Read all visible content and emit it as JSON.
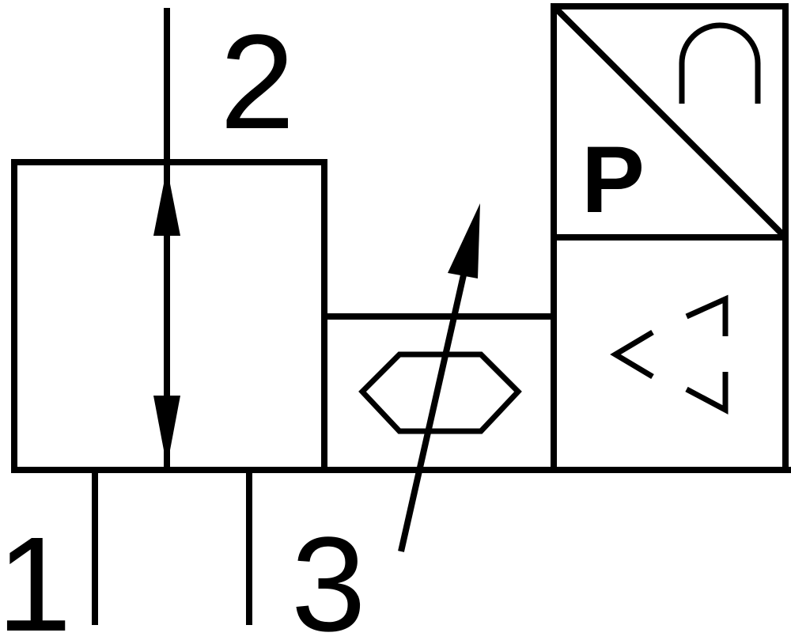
{
  "symbol": {
    "ports": {
      "port_1": "1",
      "port_2": "2",
      "port_3": "3"
    },
    "pressure_switch_label": "P"
  },
  "colors": {
    "stroke": "#000000",
    "background": "#ffffff"
  },
  "icons": [
    "flow-arrow-icon",
    "hexagon-icon",
    "adjustable-arrow-icon",
    "arch-icon",
    "pressure-switch-icon",
    "bracket-contact-icon"
  ]
}
